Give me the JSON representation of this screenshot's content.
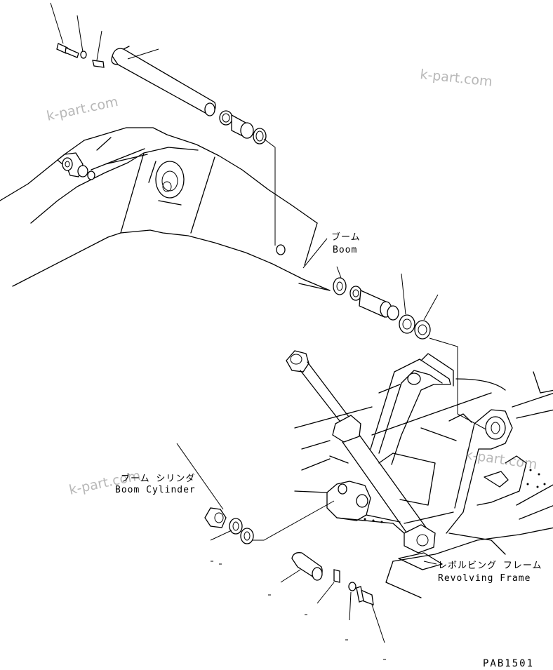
{
  "labels": {
    "boom_jp": "ブーム",
    "boom_en": "Boom",
    "cylinder_jp": "ブーム シリンダ",
    "cylinder_en": "Boom Cylinder",
    "frame_jp": "レボルビング フレーム",
    "frame_en": "Revolving Frame"
  },
  "watermarks": [
    "k-part.com",
    "k-part.com",
    "k-part.com",
    "k-part.com"
  ],
  "drawing_code": "PAB1501",
  "colors": {
    "line": "#000000",
    "watermark": "#b8b8b8",
    "background": "#ffffff"
  }
}
